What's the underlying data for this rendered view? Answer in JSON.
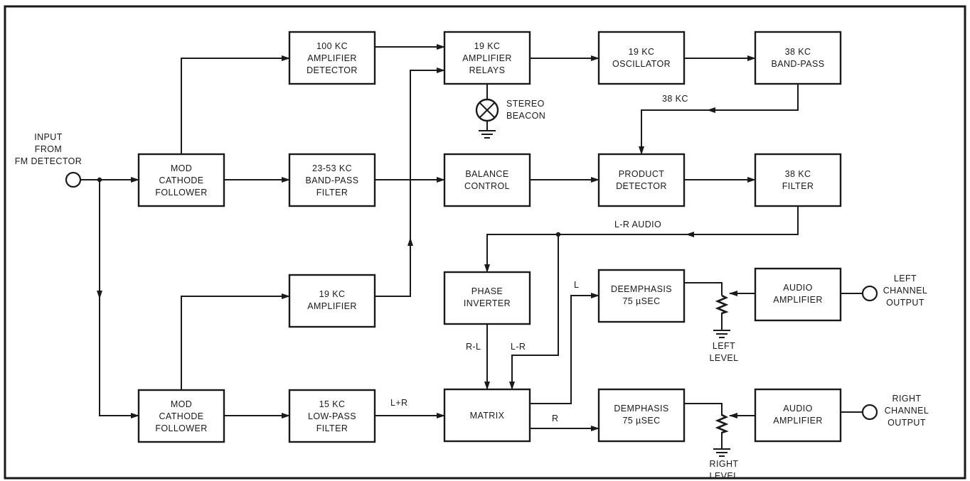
{
  "blocks": {
    "amp100kc": [
      "100 KC",
      "AMPLIFIER",
      "DETECTOR"
    ],
    "amp19relays": [
      "19 KC",
      "AMPLIFIER",
      "RELAYS"
    ],
    "osc19": [
      "19 KC",
      "OSCILLATOR"
    ],
    "bp38": [
      "38 KC",
      "BAND-PASS"
    ],
    "modcf1": [
      "MOD",
      "CATHODE",
      "FOLLOWER"
    ],
    "bpf2353": [
      "23-53 KC",
      "BAND-PASS",
      "FILTER"
    ],
    "balance": [
      "BALANCE",
      "CONTROL"
    ],
    "product": [
      "PRODUCT",
      "DETECTOR"
    ],
    "filter38": [
      "38 KC",
      "FILTER"
    ],
    "phaseinv": [
      "PHASE",
      "INVERTER"
    ],
    "deemph1": [
      "DEEMPHASIS",
      "75 µSEC"
    ],
    "audioamp1": [
      "AUDIO",
      "AMPLIFIER"
    ],
    "amp19": [
      "19 KC",
      "AMPLIFIER"
    ],
    "modcf2": [
      "MOD",
      "CATHODE",
      "FOLLOWER"
    ],
    "lpf15": [
      "15 KC",
      "LOW-PASS",
      "FILTER"
    ],
    "matrix": [
      "MATRIX"
    ],
    "deemph2": [
      "DEMPHASIS",
      "75 µSEC"
    ],
    "audioamp2": [
      "AUDIO",
      "AMPLIFIER"
    ]
  },
  "labels": {
    "input": [
      "INPUT",
      "FROM",
      "FM DETECTOR"
    ],
    "stereo_beacon": [
      "STEREO",
      "BEACON"
    ],
    "kc38": "38 KC",
    "lr_audio": "L-R AUDIO",
    "left_output": [
      "LEFT",
      "CHANNEL",
      "OUTPUT"
    ],
    "right_output": [
      "RIGHT",
      "CHANNEL",
      "OUTPUT"
    ],
    "left_level": [
      "LEFT",
      "LEVEL"
    ],
    "right_level": [
      "RIGHT",
      "LEVEL"
    ],
    "sig_l": "L",
    "sig_r": "R",
    "sig_lpr": "L+R",
    "sig_rml": "R-L",
    "sig_lmr": "L-R"
  }
}
